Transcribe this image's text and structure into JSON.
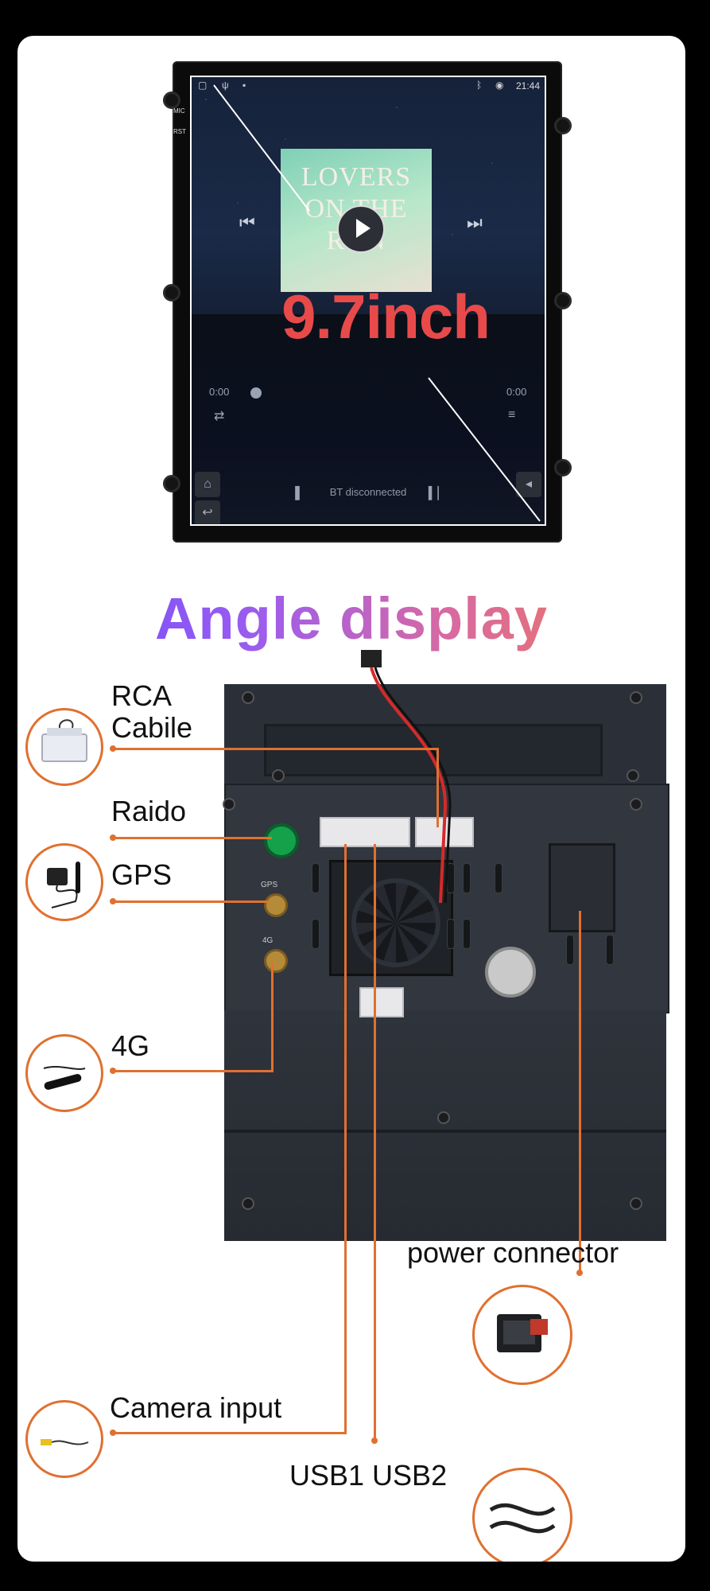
{
  "display": {
    "status_time": "21:44",
    "side_labels": [
      "MIC",
      "RST"
    ],
    "album_text": [
      "LOVERS",
      "ON THE",
      "RUN"
    ],
    "size_label": "9.7inch",
    "time_left": "0:00",
    "time_right": "0:00",
    "bt_status": "BT disconnected"
  },
  "heading": "Angle display",
  "panel_labels": {
    "gps": "GPS",
    "fourg": "4G"
  },
  "callouts": {
    "rca": [
      "RCA",
      "Cabile"
    ],
    "radio": "Raido",
    "gps": "GPS",
    "fourg": "4G",
    "power": "power connector",
    "camera": "Camera input",
    "usb": "USB1 USB2"
  },
  "colors": {
    "accent": "#e07030",
    "size_label": "#e84a4a",
    "heading_gradient": [
      "#6a4dff",
      "#d86aa0",
      "#f07a4c"
    ]
  }
}
